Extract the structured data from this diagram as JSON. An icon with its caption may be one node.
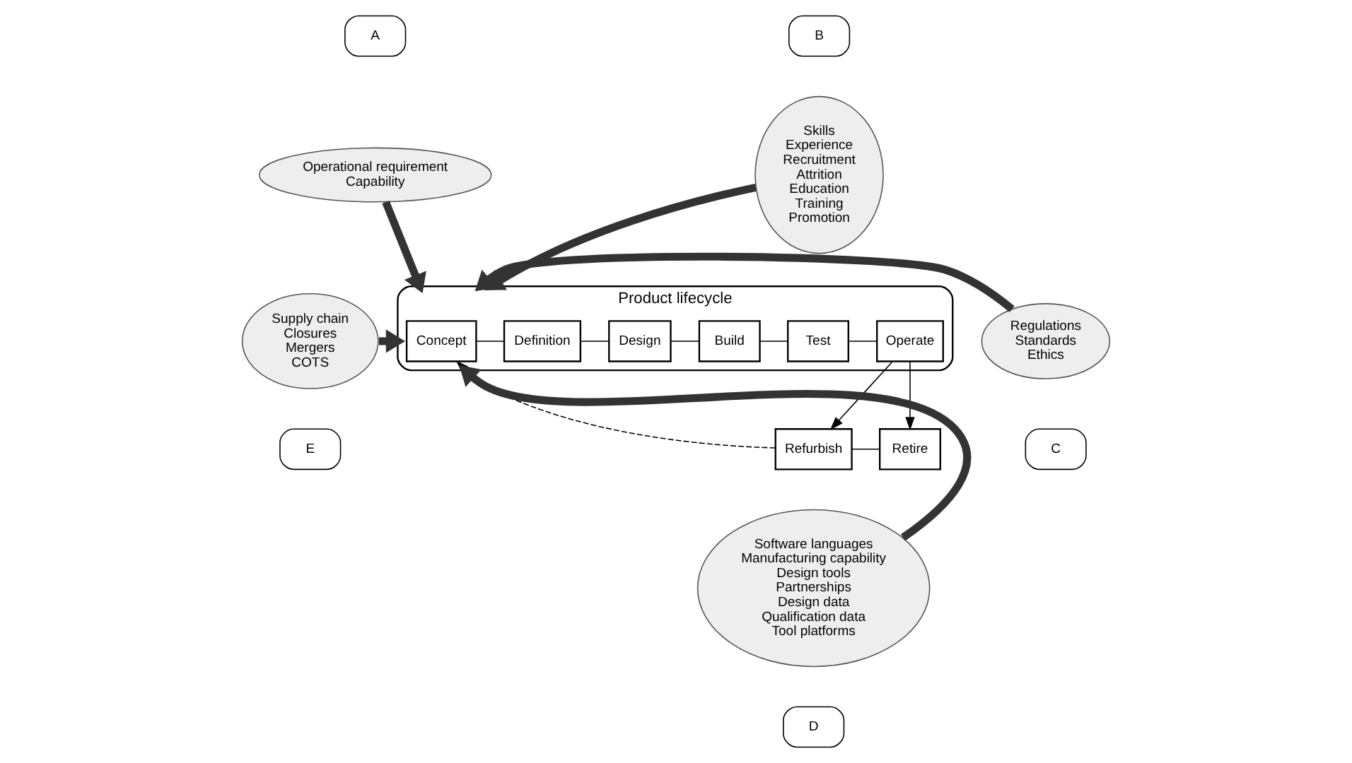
{
  "diagram": {
    "nodes": [
      {
        "text": [
          "A"
        ]
      },
      {
        "text": [
          "Operational requirement",
          "Capability"
        ]
      },
      {
        "text": [
          "B"
        ]
      },
      {
        "text": [
          "Skills",
          "Experience",
          "Recruitment",
          "Attrition",
          "Education",
          "Training",
          "Promotion"
        ]
      },
      {
        "text": [
          "Supply chain",
          "Closures",
          "Mergers",
          "COTS"
        ]
      },
      {
        "text": [
          "Product lifecycle"
        ]
      },
      {
        "text": [
          "Concept"
        ],
        "in": 5
      },
      {
        "text": [
          "Definition"
        ],
        "in": 5
      },
      {
        "text": [
          "Design"
        ],
        "in": 5
      },
      {
        "text": [
          "Build"
        ],
        "in": 5
      },
      {
        "text": [
          "Test"
        ],
        "in": 5
      },
      {
        "text": [
          "Operate"
        ],
        "in": 5
      },
      {
        "text": [
          "Refurbish"
        ]
      },
      {
        "text": [
          "Retire"
        ]
      },
      {
        "text": [
          "Regulations",
          "Standards",
          "Ethics"
        ]
      },
      {
        "text": [
          "E"
        ]
      },
      {
        "text": [
          "C"
        ]
      },
      {
        "text": [
          "Software languages",
          "Manufacturing capability",
          "Design tools",
          "Partnerships",
          "Design data",
          "Qualification data",
          "Tool platforms"
        ]
      },
      {
        "text": [
          "D"
        ]
      }
    ],
    "edges": [
      {
        "from": 1,
        "to": 5,
        "arrow": "to",
        "style": "thick"
      },
      {
        "from": 3,
        "to": 5,
        "arrow": "to",
        "style": "thick"
      },
      {
        "from": 4,
        "to": 5,
        "arrow": "to",
        "style": "thick"
      },
      {
        "from": 14,
        "to": 5,
        "arrow": "to",
        "style": "thick"
      },
      {
        "from": 17,
        "to": 5,
        "arrow": "to",
        "style": "thick"
      },
      {
        "from": 6,
        "to": 7,
        "arrow": "none"
      },
      {
        "from": 7,
        "to": 8,
        "arrow": "none"
      },
      {
        "from": 8,
        "to": 9,
        "arrow": "none"
      },
      {
        "from": 9,
        "to": 10,
        "arrow": "none"
      },
      {
        "from": 10,
        "to": 11,
        "arrow": "none"
      },
      {
        "from": 11,
        "to": 12,
        "arrow": "to"
      },
      {
        "from": 11,
        "to": 13,
        "arrow": "to"
      },
      {
        "from": 12,
        "to": 13,
        "arrow": "none"
      },
      {
        "from": 12,
        "to": 6,
        "arrow": "to",
        "style": "dashed"
      }
    ]
  }
}
